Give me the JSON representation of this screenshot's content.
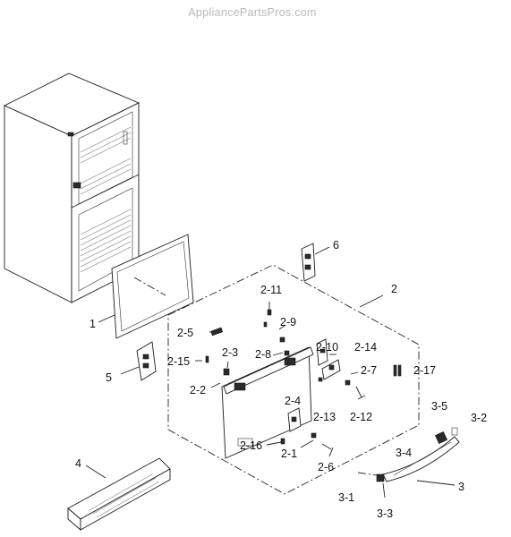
{
  "watermark": "AppliancePartsPros.com",
  "labels": {
    "l1": "1",
    "l2": "2",
    "l3": "3",
    "l4": "4",
    "l5": "5",
    "l6": "6",
    "l2_1": "2-1",
    "l2_2": "2-2",
    "l2_3": "2-3",
    "l2_4": "2-4",
    "l2_5": "2-5",
    "l2_6": "2-6",
    "l2_7": "2-7",
    "l2_8": "2-8",
    "l2_9": "2-9",
    "l2_10": "2-10",
    "l2_11": "2-11",
    "l2_12": "2-12",
    "l2_13": "2-13",
    "l2_14": "2-14",
    "l2_15": "2-15",
    "l2_16": "2-16",
    "l2_17": "2-17",
    "l3_1": "3-1",
    "l3_2": "3-2",
    "l3_3": "3-3",
    "l3_4": "3-4",
    "l3_5": "3-5"
  }
}
